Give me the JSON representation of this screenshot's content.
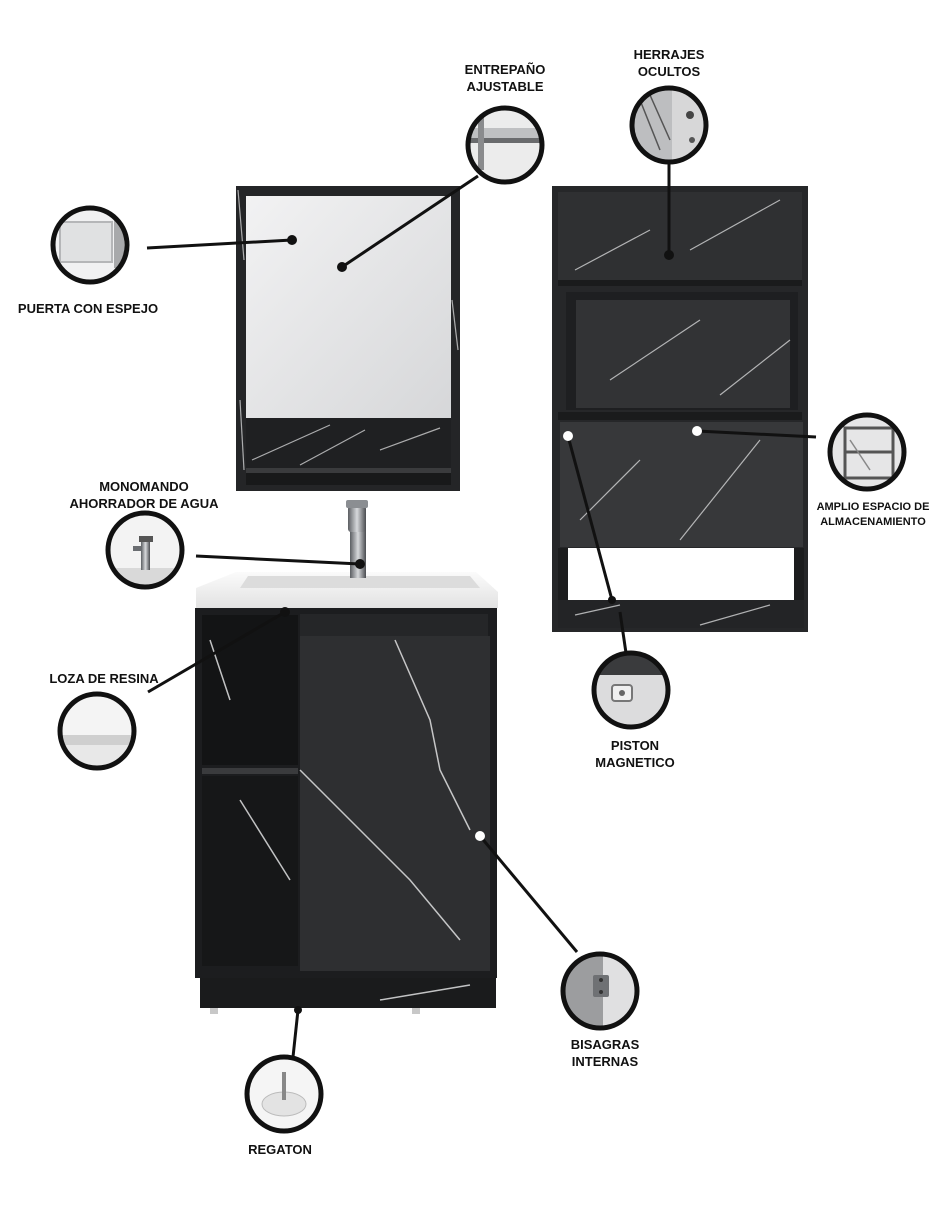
{
  "callouts": {
    "entrepano": {
      "line1": "ENTREPAÑO",
      "line2": "AJUSTABLE",
      "icon": "adjustable-shelf-thumbnail"
    },
    "herrajes": {
      "line1": "HERRAJES",
      "line2": "OCULTOS",
      "icon": "hidden-hardware-thumbnail"
    },
    "puerta": {
      "line1": "PUERTA CON ESPEJO",
      "icon": "mirror-door-thumbnail"
    },
    "monomando": {
      "line1": "MONOMANDO",
      "line2": "AHORRADOR DE AGUA",
      "icon": "faucet-thumbnail"
    },
    "amplio": {
      "line1": "AMPLIO ESPACIO DE",
      "line2": "ALMACENAMIENTO",
      "icon": "storage-thumbnail"
    },
    "loza": {
      "line1": "LOZA DE RESINA",
      "icon": "resin-basin-thumbnail"
    },
    "piston": {
      "line1": "PISTON",
      "line2": "MAGNETICO",
      "icon": "magnetic-piston-thumbnail"
    },
    "bisagras": {
      "line1": "BISAGRAS",
      "line2": "INTERNAS",
      "icon": "hinge-thumbnail"
    },
    "regaton": {
      "line1": "REGATON",
      "icon": "leveling-foot-thumbnail"
    }
  },
  "colors": {
    "cabinet": "#2a2b2d",
    "cabinet_dark": "#151617",
    "mirror": "#e4e5e6",
    "basin": "#f3f3f3",
    "vein": "#d9dadb",
    "line": "#111111"
  }
}
